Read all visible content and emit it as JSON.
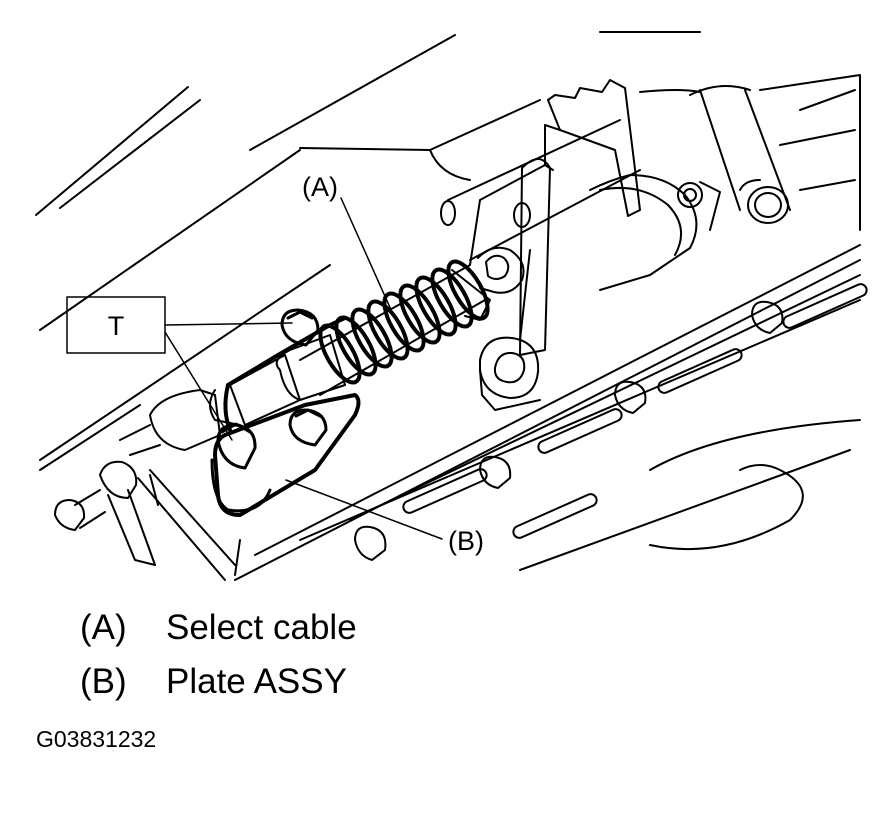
{
  "callouts": {
    "a": "(A)",
    "b": "(B)",
    "t": "T"
  },
  "legend": [
    {
      "key": "(A)",
      "text": "Select cable"
    },
    {
      "key": "(B)",
      "text": "Plate ASSY"
    }
  ],
  "figure_code": "G03831232"
}
